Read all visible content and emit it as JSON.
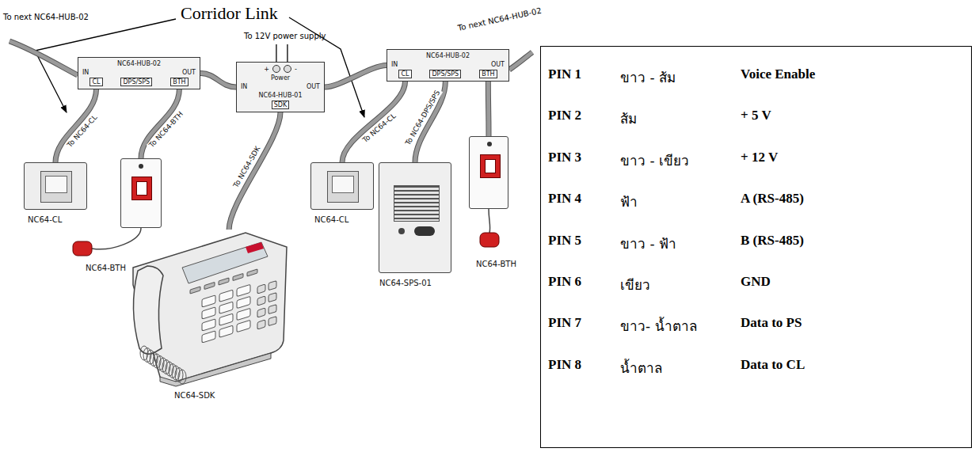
{
  "diagram": {
    "nodes": [
      {
        "text": [
          "NC64-HUB-02",
          "IN",
          "OUT",
          "CL",
          "DPS/SPS",
          "BTH"
        ]
      },
      {
        "text": [
          "+",
          "-",
          "Power",
          "IN",
          "OUT",
          "NC64-HUB-01",
          "SDK"
        ]
      },
      {
        "text": [
          "NC64-HUB-02",
          "IN",
          "OUT",
          "CL",
          "DPS/SPS",
          "BTH"
        ]
      },
      {
        "text": [
          "NC64-CL"
        ]
      },
      {
        "text": [
          "NC64-BTH"
        ]
      },
      {
        "text": [
          "NC64-SDK"
        ]
      },
      {
        "text": [
          "NC64-CL"
        ]
      },
      {
        "text": [
          "NC64-SPS-01"
        ]
      },
      {
        "text": [
          "NC64-BTH"
        ]
      }
    ],
    "edges": [
      {
        "from": 0,
        "to": 1,
        "arrow": "none"
      },
      {
        "from": 1,
        "to": 2,
        "arrow": "none"
      },
      {
        "from": 0,
        "to": 3,
        "arrow": "none",
        "label": "To NC64-CL"
      },
      {
        "from": 0,
        "to": 4,
        "arrow": "none",
        "label": "To NC64-BTH"
      },
      {
        "from": 1,
        "to": 5,
        "arrow": "none",
        "label": "To NC64-SDK"
      },
      {
        "from": 2,
        "to": 6,
        "arrow": "none",
        "label": "To NC64-CL"
      },
      {
        "from": 2,
        "to": 7,
        "arrow": "none",
        "label": "To NC64-DPS/SPS"
      },
      {
        "from": 2,
        "to": 8,
        "arrow": "none"
      }
    ],
    "labels": [
      "Corridor Link",
      "To 12V power supply",
      "To next NC64-HUB-02",
      "To next NC64-HUB-02",
      "PIN 1",
      "ขาว - ส้ม",
      "Voice Enable",
      "PIN 2",
      "ส้ม",
      "+ 5 V",
      "PIN 3",
      "ขาว - เขียว",
      "+ 12 V",
      "PIN 4",
      "ฟ้า",
      "A (RS-485)",
      "PIN 5",
      "ขาว - ฟ้า",
      "B (RS-485)",
      "PIN 6",
      "เขียว",
      "GND",
      "PIN 7",
      "ขาว- น้ำตาล",
      "Data to PS",
      "PIN 8",
      "น้ำตาล",
      "Data to CL"
    ]
  }
}
